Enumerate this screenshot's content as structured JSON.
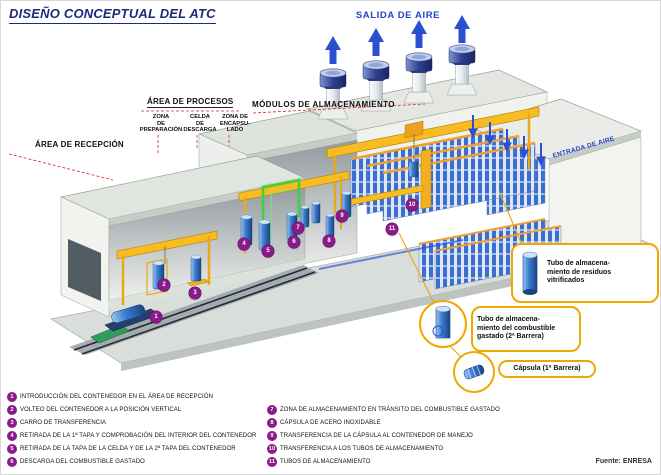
{
  "title": "DISEÑO CONCEPTUAL DEL ATC",
  "labels": {
    "salida_aire": "SALIDA DE AIRE",
    "area_procesos": "ÁREA DE PROCESOS",
    "zona_preparacion": "ZONA\nDE\nPREPARACIÓN",
    "celda_descarga": "CELDA\nDE\nDESCARGA",
    "zona_encapsulado": "ZONA DE\nENCAPSU-\nLADO",
    "modulos": "MÓDULOS DE ALMACENAMIENTO",
    "area_recepcion": "ÁREA DE RECEPCIÓN",
    "entrada_aire": "ENTRADA DE AIRE"
  },
  "callouts": {
    "vitrificados": "Tubo de almacena-\nmiento de residuos\nvitrificados",
    "combustible": "Tubo de almacena-\nmiento del combustible\ngastado (2ª Barrera)",
    "capsula": "Cápsula (1ª Barrera)"
  },
  "markers": [
    "1",
    "2",
    "3",
    "4",
    "5",
    "6",
    "7",
    "8",
    "9",
    "10",
    "11"
  ],
  "legend": {
    "col1": [
      {
        "n": "1",
        "text": "INTRODUCCIÓN DEL CONTENEDOR EN EL ÁREA DE RECEPCIÓN"
      },
      {
        "n": "2",
        "text": "VOLTEO DEL CONTENEDOR A LA POSICIÓN VERTICAL"
      },
      {
        "n": "3",
        "text": "CARRO DE TRANSFERENCIA"
      },
      {
        "n": "4",
        "text": "RETIRADA DE LA 1ª TAPA Y COMPROBACIÓN DEL INTERIOR DEL CONTENEDOR"
      },
      {
        "n": "5",
        "text": "RETIRADA DE LA TAPA DE LA CELDA Y DE LA 2ª TAPA DEL CONTENEDOR"
      },
      {
        "n": "6",
        "text": "DESCARGA DEL COMBUSTIBLE GASTADO"
      }
    ],
    "col2": [
      {
        "n": "7",
        "text": "ZONA DE ALMACENAMIENTO EN TRÁNSITO DEL COMBUSTIBLE GASTADO"
      },
      {
        "n": "8",
        "text": "CÁPSULA DE ACERO INOXIDABLE"
      },
      {
        "n": "9",
        "text": "TRANSFERENCIA DE LA CÁPSULA AL CONTENEDOR DE MANEJO"
      },
      {
        "n": "10",
        "text": "TRANSFERENCIA A LOS TUBOS DE ALMACENAMIENTO"
      },
      {
        "n": "11",
        "text": "TUBOS DE ALMACENAMIENTO"
      }
    ]
  },
  "source": "Fuente: ENRESA",
  "colors": {
    "title_blue": "#1b2a7b",
    "air_blue": "#2a50d0",
    "marker_purple": "#8b1a8b",
    "callout_border": "#f0a800",
    "dashed_red": "#e02020",
    "crane_yellow": "#f6bc22",
    "cask_blue": "#3f7ed2",
    "pipe_green": "#3fd03f"
  }
}
